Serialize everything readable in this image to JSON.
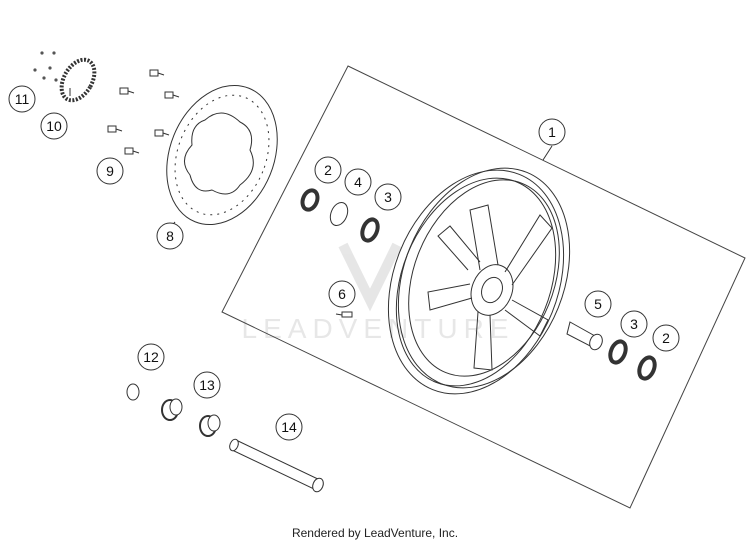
{
  "diagram": {
    "callouts": [
      {
        "id": "1",
        "label": "1"
      },
      {
        "id": "2a",
        "label": "2"
      },
      {
        "id": "4",
        "label": "4"
      },
      {
        "id": "3a",
        "label": "3"
      },
      {
        "id": "5",
        "label": "5"
      },
      {
        "id": "3b",
        "label": "3"
      },
      {
        "id": "2b",
        "label": "2"
      },
      {
        "id": "6",
        "label": "6"
      },
      {
        "id": "8",
        "label": "8"
      },
      {
        "id": "9",
        "label": "9"
      },
      {
        "id": "10",
        "label": "10"
      },
      {
        "id": "11",
        "label": "11"
      },
      {
        "id": "12",
        "label": "12"
      },
      {
        "id": "13",
        "label": "13"
      },
      {
        "id": "14",
        "label": "14"
      }
    ],
    "watermark": "LEADVENTURE",
    "footer": "Rendered by LeadVenture, Inc.",
    "colors": {
      "line": "#333333",
      "watermark": "#d8d8d8"
    }
  }
}
